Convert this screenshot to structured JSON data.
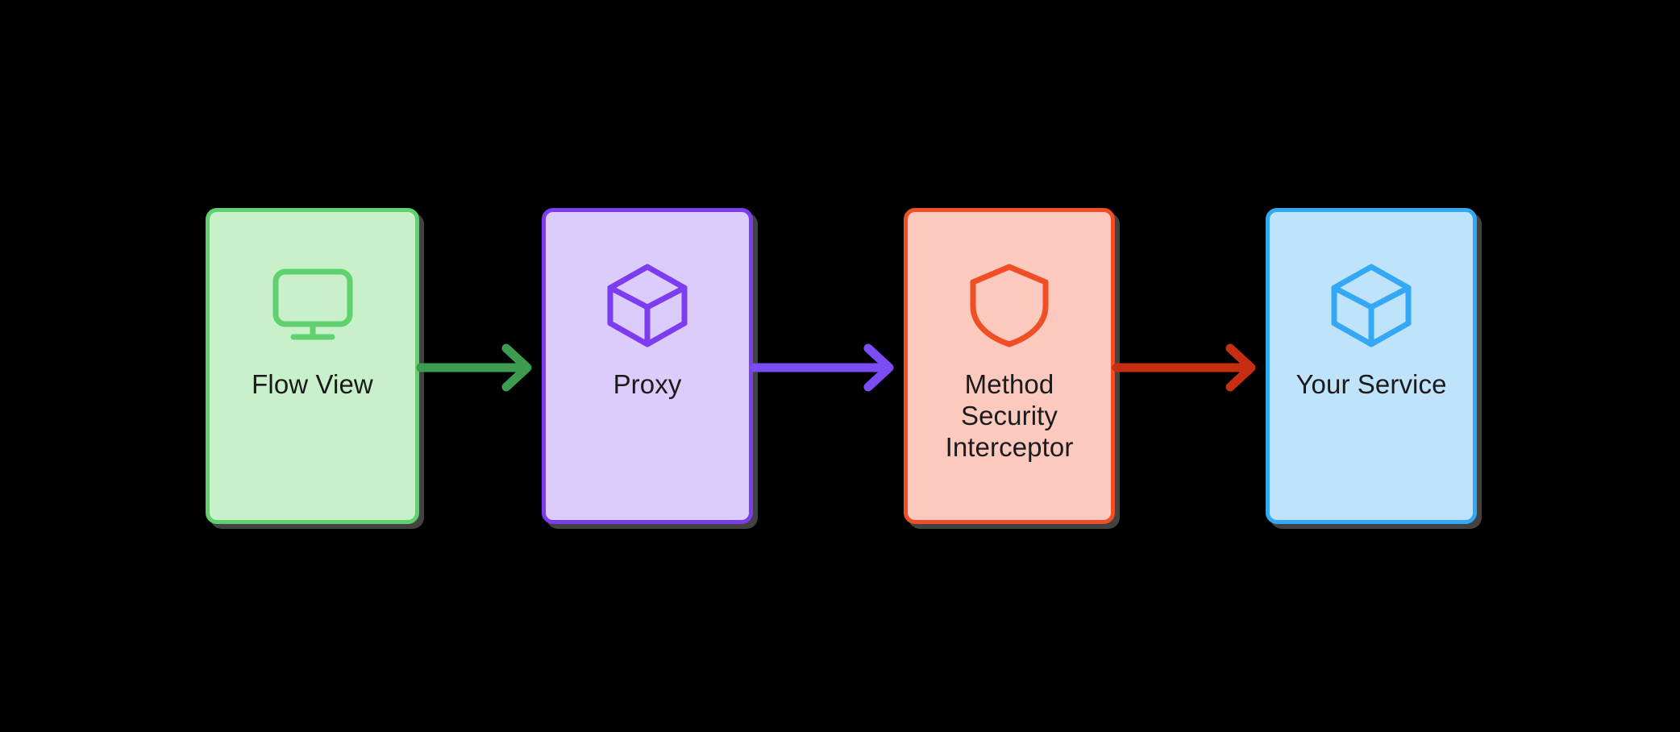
{
  "diagram": {
    "background_color": "#000000",
    "nodes": [
      {
        "id": "flow-view",
        "label": "Flow View",
        "icon": "monitor-icon",
        "fill_color": "#C8F0CA",
        "border_color": "#5FD16E",
        "icon_color": "#5FD16E"
      },
      {
        "id": "proxy",
        "label": "Proxy",
        "icon": "cube-icon",
        "fill_color": "#DCCCFB",
        "border_color": "#7C3CF0",
        "icon_color": "#7C3CF0"
      },
      {
        "id": "method-security-interceptor",
        "label": "Method\nSecurity\nInterceptor",
        "icon": "shield-icon",
        "fill_color": "#FCC9BF",
        "border_color": "#F04E25",
        "icon_color": "#F04E25"
      },
      {
        "id": "your-service",
        "label": "Your Service",
        "icon": "cube-icon",
        "fill_color": "#BEE3FB",
        "border_color": "#35A8F5",
        "icon_color": "#35A8F5"
      }
    ],
    "connectors": [
      {
        "id": "flow-to-proxy",
        "from": "flow-view",
        "to": "proxy",
        "color": "#3C9B4F",
        "style": "solid-arrow"
      },
      {
        "id": "proxy-to-interceptor",
        "from": "proxy",
        "to": "method-security-interceptor",
        "color": "#7C4DF5",
        "style": "solid-arrow"
      },
      {
        "id": "interceptor-to-service",
        "from": "method-security-interceptor",
        "to": "your-service",
        "color": "#C62D11",
        "style": "solid-arrow"
      }
    ],
    "text_color": "#1b1b1b"
  }
}
